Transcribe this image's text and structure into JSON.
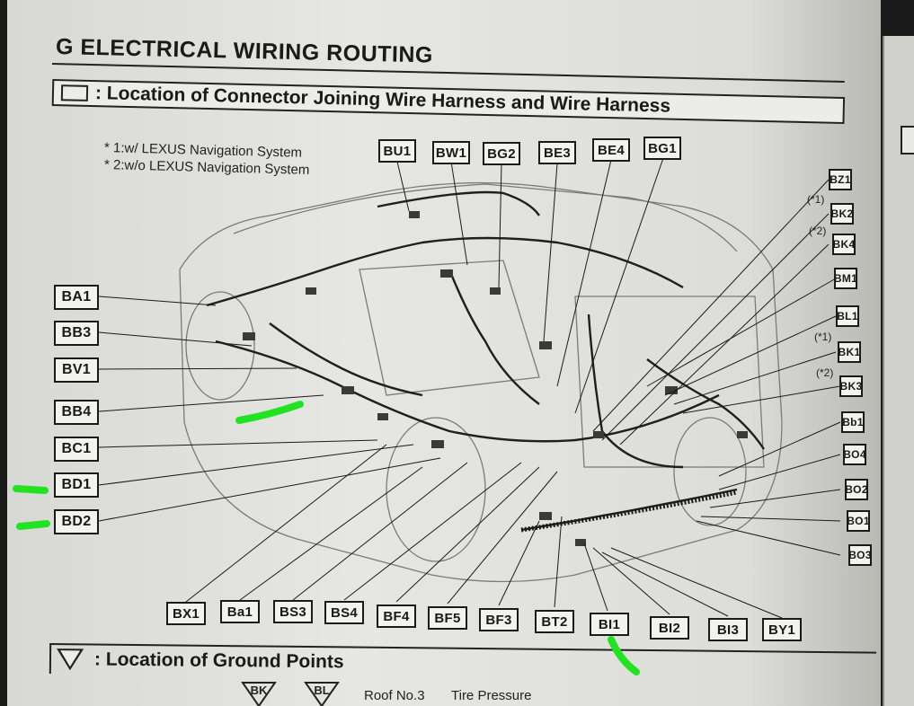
{
  "header": {
    "section_letter": "G",
    "section_title": "ELECTRICAL WIRING ROUTING",
    "connector_heading": ": Location of Connector Joining Wire Harness and Wire Harness",
    "ground_heading": ": Location of Ground Points"
  },
  "notes": {
    "note1": "* 1:w/ LEXUS Navigation System",
    "note2": "* 2:w/o LEXUS Navigation System"
  },
  "connectors": {
    "top": [
      "BU1",
      "BW1",
      "BG2",
      "BE3",
      "BE4",
      "BG1"
    ],
    "left": [
      "BA1",
      "BB3",
      "BV1",
      "BB4",
      "BC1",
      "BD1",
      "BD2"
    ],
    "right": [
      "BZ1",
      "BK2",
      "BK4",
      "BM1",
      "BL1",
      "BK1",
      "BK3",
      "Bb1",
      "BO4",
      "BO2",
      "BO1",
      "BO3"
    ],
    "bottom": [
      "BX1",
      "Ba1",
      "BS3",
      "BS4",
      "BF4",
      "BF5",
      "BF3",
      "BT2",
      "BI1",
      "BI2",
      "BI3",
      "BY1"
    ]
  },
  "tags": {
    "bk2": "(*1)",
    "bk4": "(*2)",
    "bk1": "(*1)",
    "bk3": "(*2)"
  },
  "ground": {
    "badges": [
      "BK",
      "BL"
    ],
    "roof": "Roof No.3",
    "tire": "Tire Pressure"
  },
  "colors": {
    "highlight": "#22e322",
    "ink": "#1a1a1a",
    "paper": "#e4e4e0"
  }
}
